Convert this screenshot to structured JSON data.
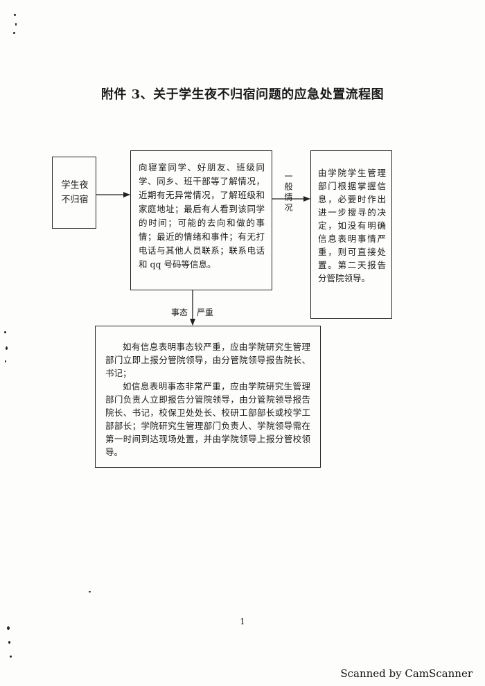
{
  "document": {
    "title": "附件 3、关于学生夜不归宿问题的应急处置流程图",
    "page_number": "1",
    "watermark": "Scanned by CamScanner"
  },
  "flowchart": {
    "start": {
      "text": "学生夜\n不归宿"
    },
    "investigate": {
      "text": "向寝室同学、好朋友、班级同学、同乡、班干部等了解情况，近期有无异常情况，了解班级和家庭地址；最后有人看到该同学的时间；可能的去向和做的事情；最近的情绪和事件；有无打电话与其他人员联系；联系电话和 qq 号码等信息。"
    },
    "normal_branch": {
      "label": "一般情况",
      "text": "由学院学生管理部门根据掌握信息，必要时作出进一步搜寻的决定，如没有明确信息表明事情严重，则可直接处置。第二天报告分管院领导。"
    },
    "serious_branch": {
      "label_left": "事态",
      "label_right": "严重",
      "paragraph_1": "如有信息表明事态较严重，应由学院研究生管理部门立即上报分管院领导，由分管院领导报告院长、书记；",
      "paragraph_2": "如信息表明事态非常严重，应由学院研究生管理部门负责人立即报告分管院领导，由分管院领导报告院长、书记，校保卫处处长、校研工部部长或校学工部部长；学院研究生管理部门负责人、学院领导需在第一时间到达现场处置，并由学院领导上报分管校领导。"
    }
  }
}
